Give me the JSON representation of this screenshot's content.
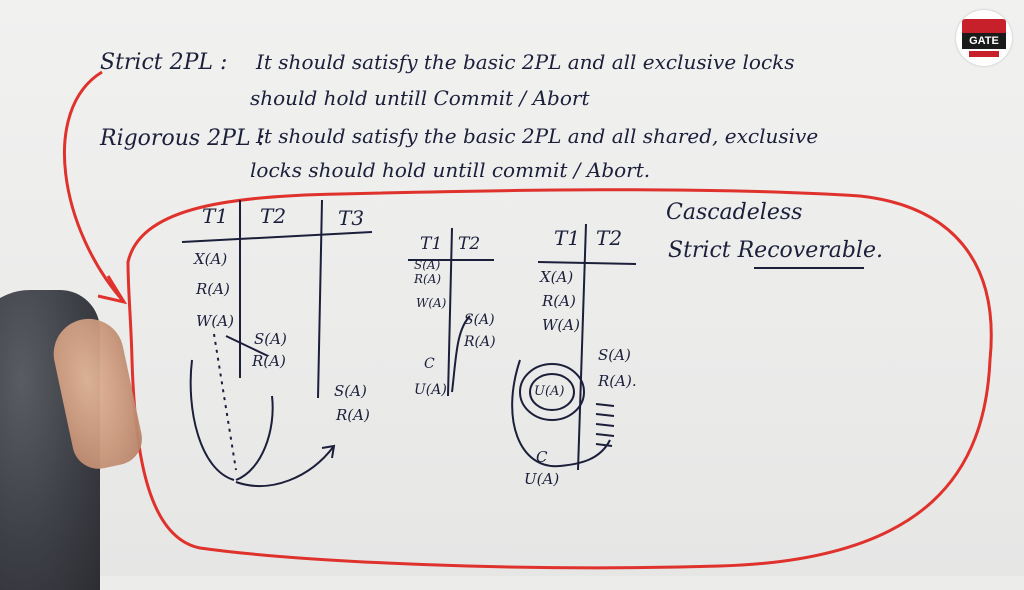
{
  "logo": {
    "text": "GATE"
  },
  "definitions": {
    "strict": {
      "term": "Strict 2PL :",
      "line1": "It should satisfy the basic 2PL and all exclusive locks",
      "line2": "should hold untill Commit / Abort"
    },
    "rigorous": {
      "term": "Rigorous 2PL :",
      "line1": "It should satisfy the basic 2PL and all shared, exclusive",
      "line2": "locks should hold untill commit / Abort."
    }
  },
  "schedule1": {
    "headers": [
      "T1",
      "T2",
      "T3"
    ],
    "t1_ops": [
      "X(A)",
      "R(A)",
      "W(A)"
    ],
    "t2_ops": [
      "S(A)",
      "R(A)"
    ],
    "t3_ops": [
      "S(A)",
      "R(A)"
    ]
  },
  "schedule2": {
    "headers": [
      "T1",
      "T2"
    ],
    "t1_ops": [
      "S(A)",
      "R(A)",
      "W(A)",
      "C",
      "U(A)"
    ],
    "t2_ops": [
      "S(A)",
      "R(A)"
    ]
  },
  "schedule3": {
    "headers": [
      "T1",
      "T2"
    ],
    "t1_ops": [
      "X(A)",
      "R(A)",
      "W(A)",
      "U(A)",
      "C",
      "U(A)"
    ],
    "t2_ops": [
      "S(A)",
      "R(A)."
    ]
  },
  "notes": {
    "line1": "Cascadeless",
    "line2": "Strict Recoverable."
  },
  "colors": {
    "ink": "#1b1f3a",
    "marker_red": "#e0322c",
    "board": "#ececeb"
  }
}
